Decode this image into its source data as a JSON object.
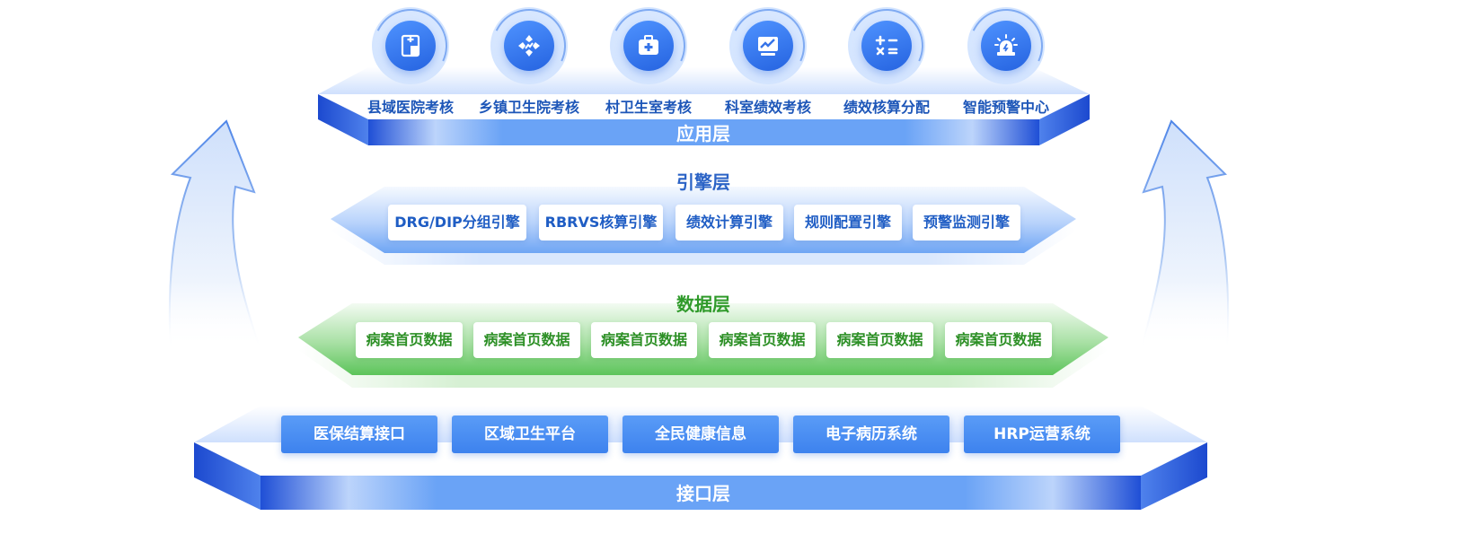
{
  "layers": {
    "application": {
      "title": "应用层",
      "items": [
        {
          "label": "县域医院考核",
          "icon": "hospital-plus-icon"
        },
        {
          "label": "乡镇卫生院考核",
          "icon": "medical-cross-icon"
        },
        {
          "label": "村卫生室考核",
          "icon": "first-aid-kit-icon"
        },
        {
          "label": "科室绩效考核",
          "icon": "line-chart-icon"
        },
        {
          "label": "绩效核算分配",
          "icon": "calculator-icon"
        },
        {
          "label": "智能预警中心",
          "icon": "alarm-light-icon"
        }
      ]
    },
    "engine": {
      "title": "引擎层",
      "items": [
        "DRG/DIP分组引擎",
        "RBRVS核算引擎",
        "绩效计算引擎",
        "规则配置引擎",
        "预警监测引擎"
      ]
    },
    "data": {
      "title": "数据层",
      "items": [
        "病案首页数据",
        "病案首页数据",
        "病案首页数据",
        "病案首页数据",
        "病案首页数据",
        "病案首页数据"
      ]
    },
    "interface": {
      "title": "接口层",
      "items": [
        "医保结算接口",
        "区域卫生平台",
        "全民健康信息",
        "电子病历系统",
        "HRP运营系统"
      ]
    }
  },
  "colors": {
    "blue_accent": "#3d82ee",
    "deep_blue": "#1f4fd6",
    "green_accent": "#5cc45a",
    "title_blue": "#2b63c6",
    "title_green": "#2f9a2a"
  }
}
